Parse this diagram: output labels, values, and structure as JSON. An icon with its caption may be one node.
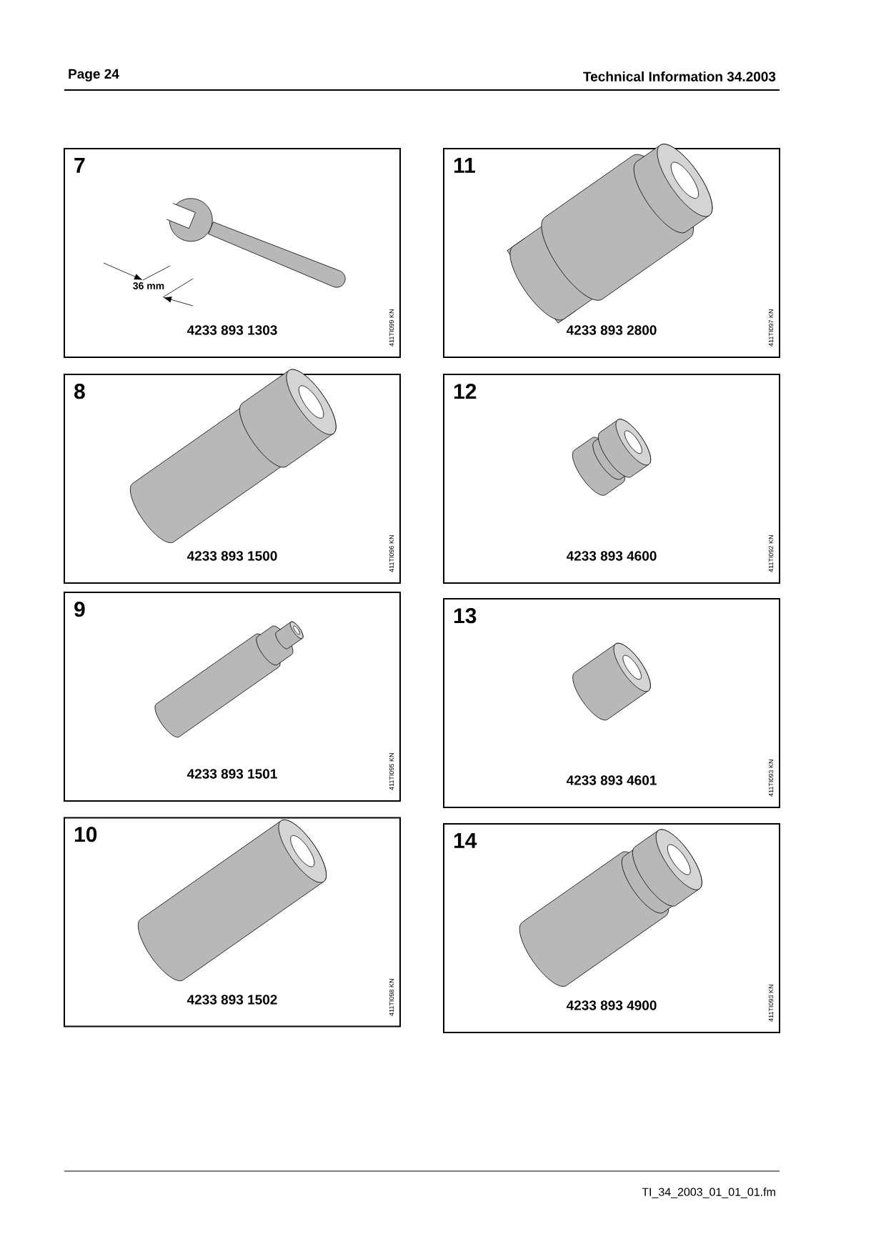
{
  "diagram": {
    "nodes": [
      {
        "text": [
          "7",
          "4233 893 1303",
          "411TI099 KN"
        ]
      },
      {
        "text": [
          "11",
          "4233 893 2800",
          "411TI097 KN"
        ]
      },
      {
        "text": [
          "8",
          "4233 893 1500",
          "411TI096 KN"
        ]
      },
      {
        "text": [
          "12",
          "4233 893 4600",
          "411TI092 KN"
        ]
      },
      {
        "text": [
          "9",
          "4233 893 1501",
          "411TI095 KN"
        ]
      },
      {
        "text": [
          "13",
          "4233 893 4601",
          "411TI093 KN"
        ]
      },
      {
        "text": [
          "10",
          "4233 893 1502",
          "411TI098 KN"
        ]
      },
      {
        "text": [
          "14",
          "4233 893 4900",
          "411TI093 KN"
        ]
      }
    ],
    "edges": [],
    "labels": [
      "Page 24",
      "Technical Information  34.2003",
      "36 mm",
      "TI_34_2003_01_01_01.fm"
    ]
  }
}
